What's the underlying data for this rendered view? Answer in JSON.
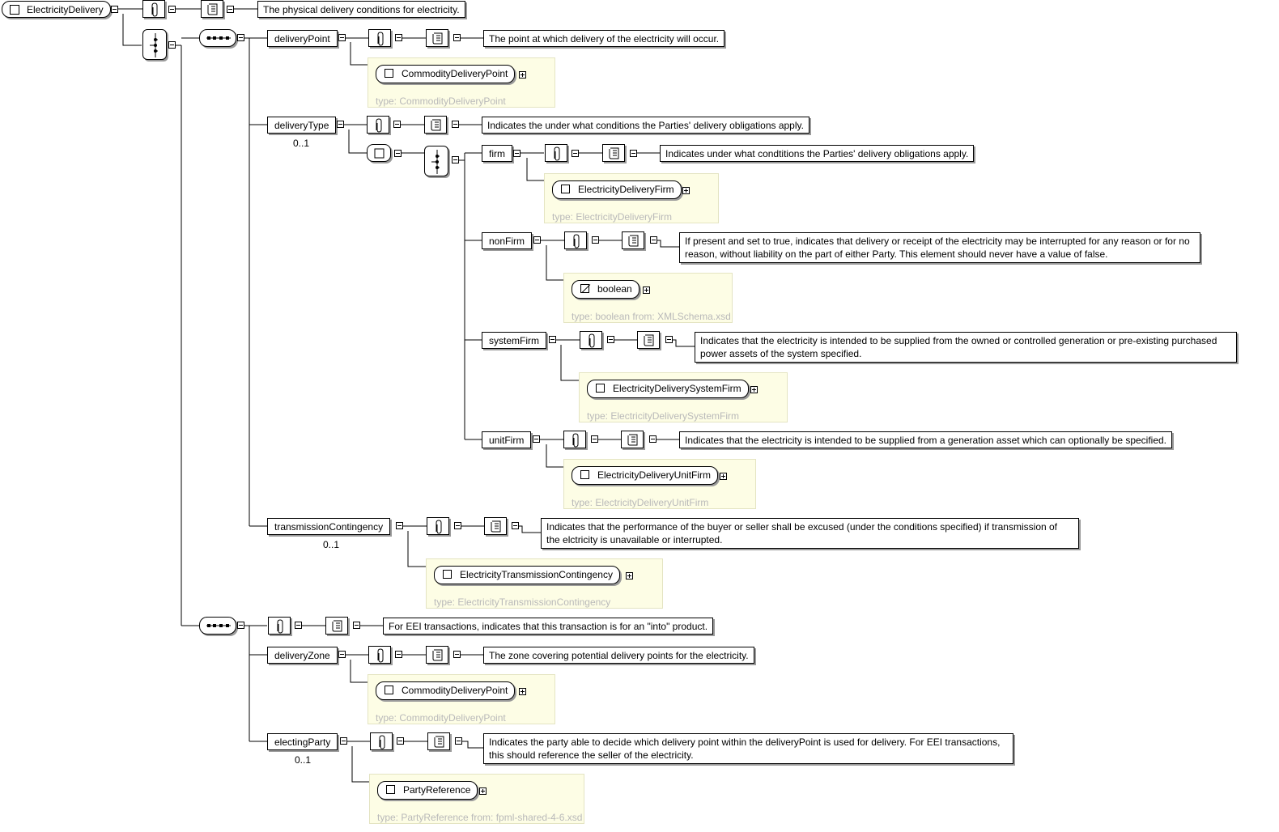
{
  "root": {
    "name": "ElectricityDelivery",
    "doc": "The physical delivery conditions for electricity."
  },
  "sequence1": {
    "deliveryPoint": {
      "name": "deliveryPoint",
      "doc": "The point at which delivery of the electricity will occur.",
      "type_name": "CommodityDeliveryPoint",
      "type_label": "type: CommodityDeliveryPoint"
    },
    "deliveryType": {
      "name": "deliveryType",
      "occurs": "0..1",
      "doc": "Indicates the under what conditions the Parties' delivery obligations apply.",
      "firm": {
        "name": "firm",
        "doc": "Indicates under what condtitions the Parties' delivery obligations apply.",
        "type_name": "ElectricityDeliveryFirm",
        "type_label": "type: ElectricityDeliveryFirm"
      },
      "nonFirm": {
        "name": "nonFirm",
        "doc": "If present and set to true, indicates that delivery or receipt of the electricity may be interrupted for any reason or for no reason, without liability on the part of either Party. This element should never have a value of false.",
        "type_name": "boolean",
        "type_label": "type: boolean from: XMLSchema.xsd"
      },
      "systemFirm": {
        "name": "systemFirm",
        "doc": "Indicates that the electricity is intended to be supplied from the owned or controlled generation or pre-existing purchased power assets of the system specified.",
        "type_name": "ElectricityDeliverySystemFirm",
        "type_label": "type: ElectricityDeliverySystemFirm"
      },
      "unitFirm": {
        "name": "unitFirm",
        "doc": "Indicates that the electricity is intended to be supplied from a generation asset which can optionally be specified.",
        "type_name": "ElectricityDeliveryUnitFirm",
        "type_label": "type: ElectricityDeliveryUnitFirm"
      }
    },
    "transmissionContingency": {
      "name": "transmissionContingency",
      "occurs": "0..1",
      "doc": "Indicates that the performance of the buyer or seller shall be excused (under the conditions specified) if transmission of the elctricity is unavailable or interrupted.",
      "type_name": "ElectricityTransmissionContingency",
      "type_label": "type: ElectricityTransmissionContingency"
    }
  },
  "sequence2": {
    "group_doc": "For EEI transactions, indicates that this transaction is for an \"into\" product.",
    "deliveryZone": {
      "name": "deliveryZone",
      "doc": "The zone covering potential delivery points for the electricity.",
      "type_name": "CommodityDeliveryPoint",
      "type_label": "type: CommodityDeliveryPoint"
    },
    "electingParty": {
      "name": "electingParty",
      "occurs": "0..1",
      "doc": "Indicates the party able to decide which delivery point within the deliveryPoint is used for delivery. For EEI transactions, this should reference the seller of the electricity.",
      "type_name": "PartyReference",
      "type_label": "type: PartyReference from: fpml-shared-4-6.xsd"
    }
  },
  "icons": [
    "paperclip-icon",
    "scroll-icon",
    "choice-icon",
    "sequence-icon",
    "expand-icon",
    "collapse-icon"
  ]
}
